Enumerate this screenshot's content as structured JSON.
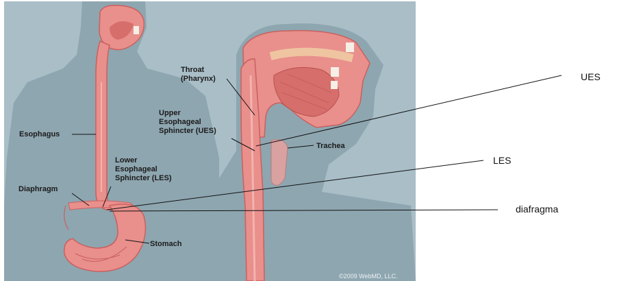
{
  "diagram": {
    "labels": {
      "throat": "Throat\n(Pharynx)",
      "upper_sphincter": "Upper\nEsophageal\nSphincter (UES)",
      "trachea": "Trachea",
      "esophagus": "Esophagus",
      "lower_sphincter": "Lower\nEsophageal\nSphincter (LES)",
      "diaphragm": "Diaphragm",
      "stomach": "Stomach"
    },
    "copyright": "©2009 WebMD, LLC."
  },
  "annotations": {
    "ues": "UES",
    "les": "LES",
    "diafragma": "diafragma"
  },
  "colors": {
    "background": "#9fb6bf",
    "silhouette": "#88a0aa",
    "tissue": "#e98f8c",
    "tissue_dark": "#c9605e",
    "tissue_light": "#f3b4ae"
  }
}
